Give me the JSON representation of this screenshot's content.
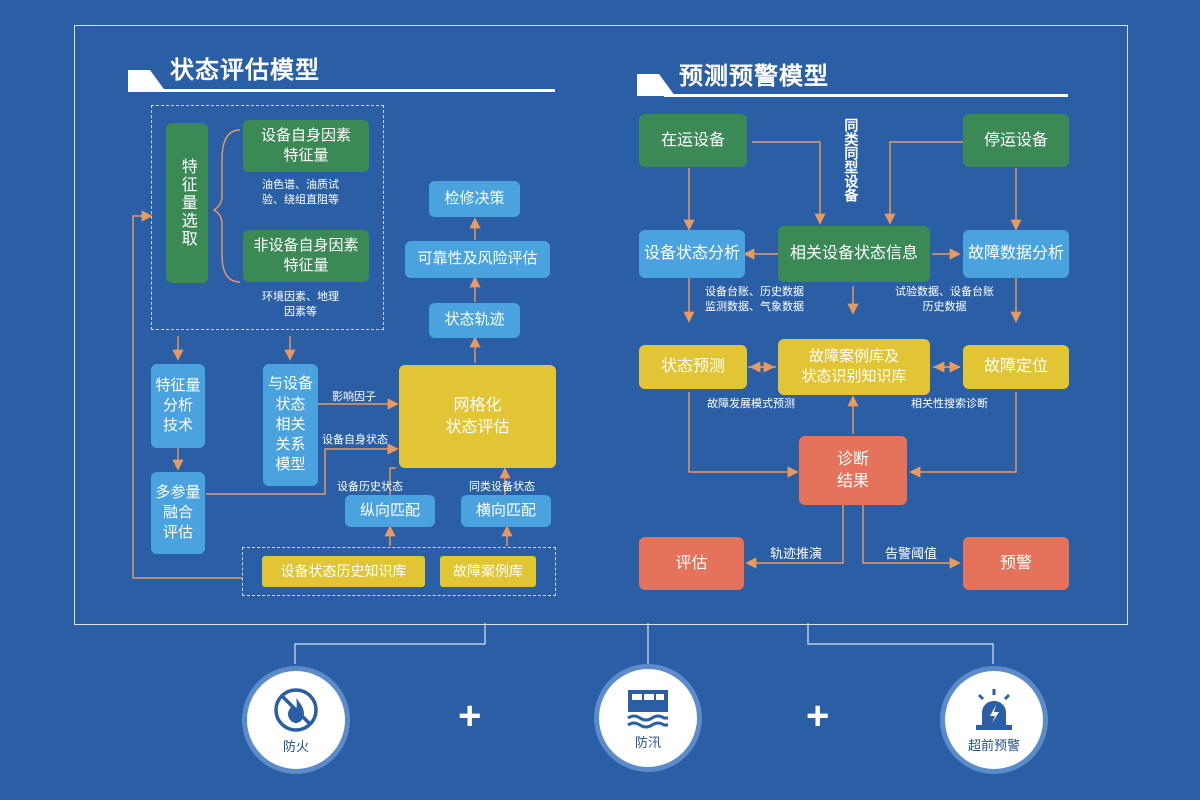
{
  "left": {
    "title": "状态评估模型",
    "feature_select": "特征量选取",
    "self_factor": "设备自身因素\n特征量",
    "self_factor_note": "油色谱、油质试\n验、绕组直阻等",
    "non_self_factor": "非设备自身因素\n特征量",
    "non_self_factor_note": "环境因素、地理\n因素等",
    "feature_analysis": "特征量\n分析\n技术",
    "relation_model": "与设备\n状态\n相关\n关系\n模型",
    "multi_fusion": "多参量\n融合\n评估",
    "grid_eval": "网格化\n状态评估",
    "trajectory": "状态轨迹",
    "reliability": "可靠性及风险评估",
    "maintenance": "检修决策",
    "vertical_match": "纵向匹配",
    "horizontal_match": "横向匹配",
    "history_kb": "设备状态历史知识库",
    "fault_case_db": "故障案例库",
    "label_influence": "影响因子",
    "label_self_state": "设备自身状态",
    "label_history_state": "设备历史状态",
    "label_same_type_state": "同类设备状态"
  },
  "right": {
    "title": "预测预警模型",
    "running": "在运设备",
    "stopped": "停运设备",
    "same_type": "同类同型设备",
    "state_analysis": "设备状态分析",
    "related_info": "相关设备状态信息",
    "fault_analysis": "故障数据分析",
    "note_left": "设备台账、历史数据\n监测数据、气象数据",
    "note_right": "试验数据、设备台账\n历史数据",
    "state_predict": "状态预测",
    "case_kb": "故障案例库及\n状态识别知识库",
    "fault_locate": "故障定位",
    "note_mode_predict": "故障发展模式预测",
    "note_search_diag": "相关性搜索诊断",
    "diagnosis": "诊断\n结果",
    "evaluate": "评估",
    "warning": "预警",
    "label_trajectory": "轨迹推演",
    "label_threshold": "告警阈值"
  },
  "bottom": {
    "items": [
      {
        "label": "防火",
        "icon": "no-fire-icon"
      },
      {
        "label": "防汛",
        "icon": "flood-icon"
      },
      {
        "label": "超前预警",
        "icon": "alarm-light-icon"
      }
    ],
    "plus": "+"
  },
  "colors": {
    "background": "#2a5fa6",
    "green": "#3b8a56",
    "blue": "#4aa3df",
    "yellow": "#e2c534",
    "orange": "#e5725a",
    "arrow": "#e99a5e"
  }
}
